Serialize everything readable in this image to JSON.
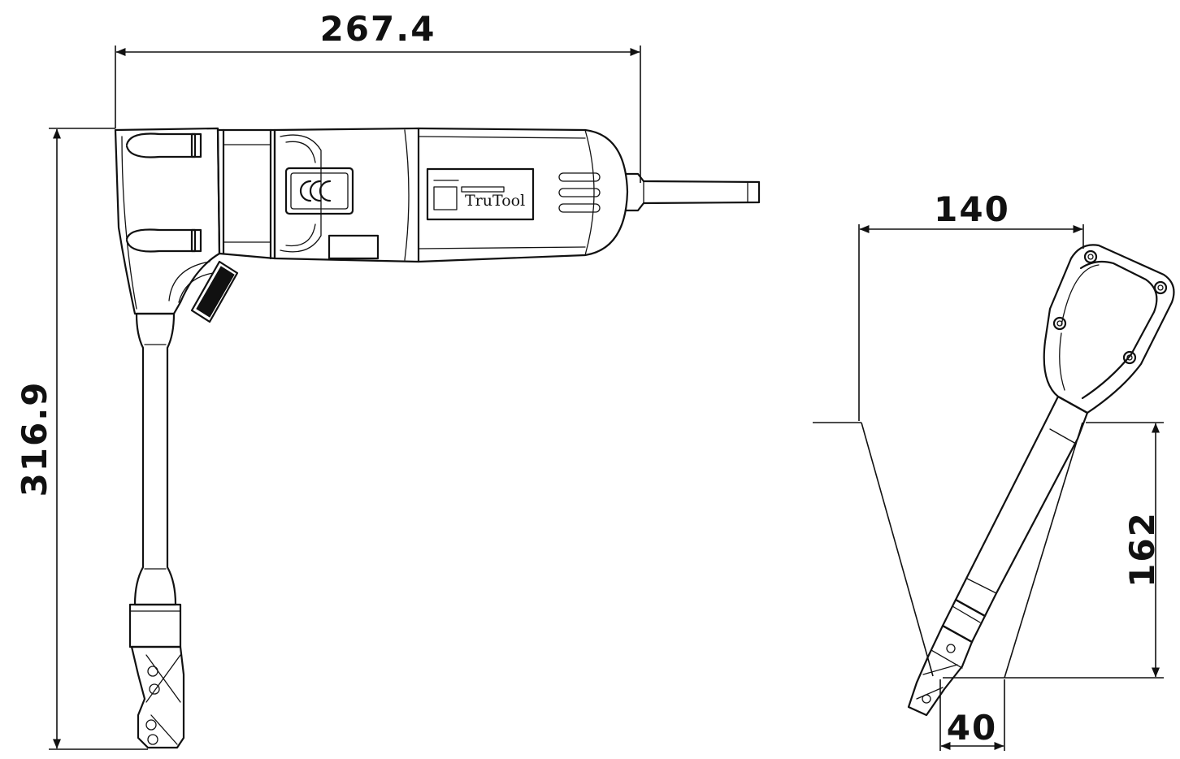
{
  "dimensions": {
    "overall_length": "267.4",
    "overall_height": "316.9",
    "head_width": "140",
    "angle_height": "162",
    "tip_width": "40"
  },
  "tool": {
    "brand_label": "TruTool"
  },
  "colors": {
    "line": "#111111",
    "background": "#ffffff"
  }
}
